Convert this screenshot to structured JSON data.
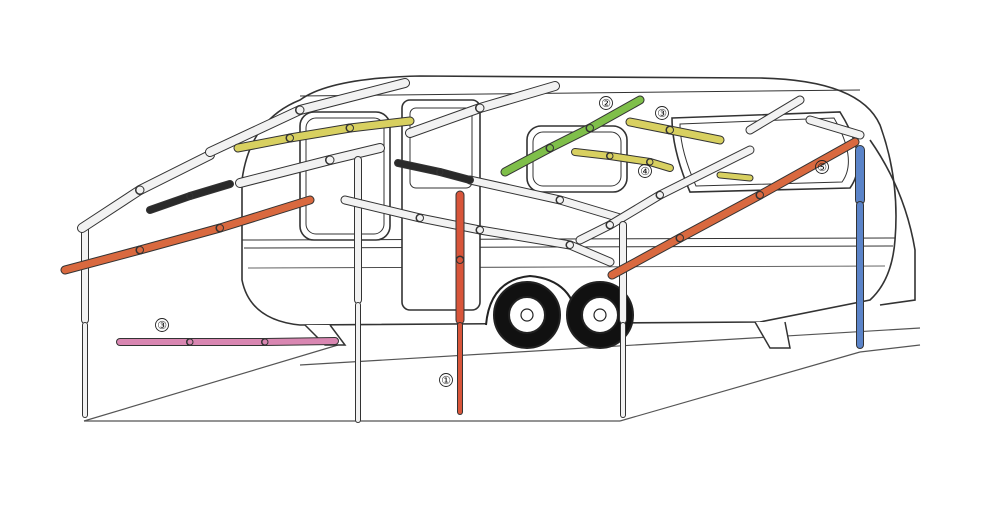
{
  "diagram": {
    "callouts": [
      {
        "id": "c1",
        "label": "①"
      },
      {
        "id": "c2",
        "label": "②"
      },
      {
        "id": "c3a",
        "label": "③"
      },
      {
        "id": "c3b",
        "label": "③"
      },
      {
        "id": "c4",
        "label": "④"
      },
      {
        "id": "c5",
        "label": "⑤"
      }
    ],
    "colors": {
      "outline": "#333333",
      "body": "#ffffff",
      "pole_neutral": "#f2f2f2",
      "pole_yellow": "#d8d060",
      "pole_green": "#7fbf4a",
      "pole_orange": "#d9693f",
      "pole_red": "#d8553a",
      "pole_black": "#2a2a2a",
      "pole_pink": "#d987b2",
      "pole_blue": "#5b84c9"
    }
  }
}
